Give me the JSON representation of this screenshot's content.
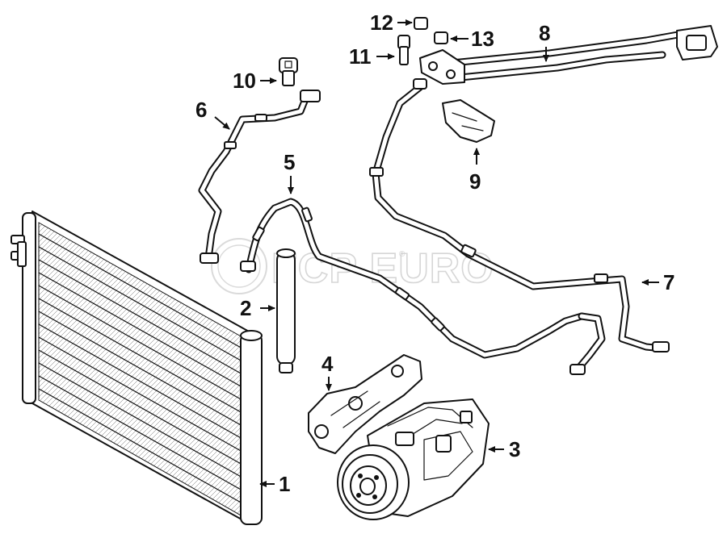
{
  "watermark": {
    "text": "FCP EURO",
    "mark": "®"
  },
  "callouts": [
    "1",
    "2",
    "3",
    "4",
    "5",
    "6",
    "7",
    "8",
    "9",
    "10",
    "11",
    "12",
    "13"
  ],
  "colors": {
    "line": "#111111",
    "background": "#ffffff",
    "watermark": "#d6d6d6"
  }
}
